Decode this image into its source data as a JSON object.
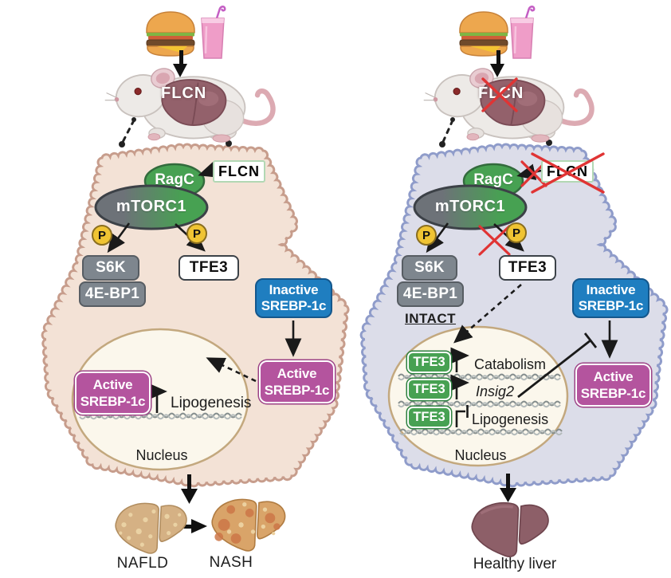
{
  "labels": {
    "left": {
      "mouse_liver": "FLCN",
      "flcn": "FLCN",
      "ragc": "RagC",
      "mtorc1": "mTORC1",
      "phospho": "P",
      "s6k": "S6K",
      "ebp1": "4E-BP1",
      "tfe3": "TFE3",
      "inactive1": "Inactive",
      "inactive2": "SREBP-1c",
      "active1": "Active",
      "active2": "SREBP-1c",
      "lipogenesis": "Lipogenesis",
      "nucleus": "Nucleus",
      "nafld": "NAFLD",
      "nash": "NASH"
    },
    "right": {
      "mouse_liver": "FLCN",
      "flcn": "FLCN",
      "ragc": "RagC",
      "mtorc1": "mTORC1",
      "phospho": "P",
      "s6k": "S6K",
      "ebp1": "4E-BP1",
      "intact": "INTACT",
      "tfe3": "TFE3",
      "inactive1": "Inactive",
      "inactive2": "SREBP-1c",
      "active1": "Active",
      "active2": "SREBP-1c",
      "catabolism": "Catabolism",
      "insig2": "Insig2",
      "lipogenesis": "Lipogenesis",
      "nucleus": "Nucleus",
      "healthy": "Healthy liver"
    }
  },
  "icons": {
    "food": [
      "burger-icon",
      "milkshake-icon"
    ],
    "mouse": "lab-mouse-icon",
    "knockout": "red-x-icon",
    "livers": [
      "fatty-liver-icon",
      "nash-liver-icon",
      "healthy-liver-icon"
    ]
  },
  "colors": {
    "left_cell_fill": "#f3e2d6",
    "left_cell_border": "#c79d8c",
    "right_cell_fill": "#dcdde9",
    "right_cell_border": "#8f9cca",
    "nucleus_fill": "#fbf7ec",
    "nucleus_border": "#c3a87e",
    "green": "#47a152",
    "green_border": "#2e6b39",
    "gray_box": "#7e868e",
    "blue_box": "#1f7ec0",
    "magenta_box": "#b4549e",
    "phospho_yellow": "#f0c433",
    "red_x": "#e03434",
    "arrow": "#1a1a1a",
    "dna": "#858e8e"
  }
}
